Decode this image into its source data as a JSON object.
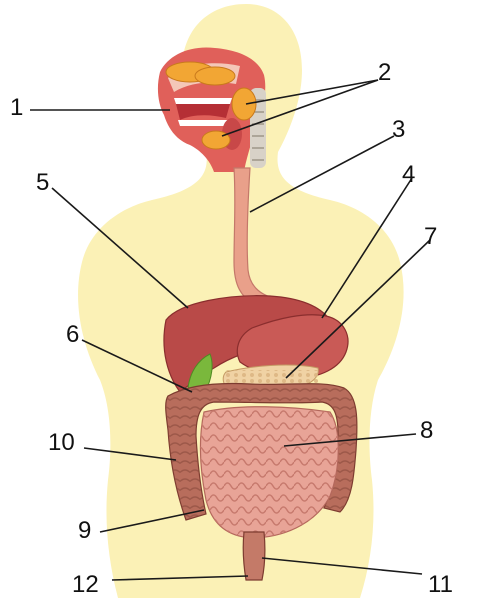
{
  "colors": {
    "body_silhouette": "#fbf1b6",
    "head_tissue": "#e0605a",
    "salivary_glands": "#f2a634",
    "esophagus": "#e9a08a",
    "liver": "#b94a48",
    "stomach": "#c95a56",
    "gallbladder": "#7ab83c",
    "pancreas": "#f0d2a4",
    "large_intestine": "#b86d5c",
    "small_intestine": "#e8a497",
    "leader_line": "#1a1a1a",
    "label_text": "#111111"
  },
  "labels": [
    {
      "id": "1",
      "text": "1"
    },
    {
      "id": "2",
      "text": "2"
    },
    {
      "id": "3",
      "text": "3"
    },
    {
      "id": "4",
      "text": "4"
    },
    {
      "id": "5",
      "text": "5"
    },
    {
      "id": "6",
      "text": "6"
    },
    {
      "id": "7",
      "text": "7"
    },
    {
      "id": "8",
      "text": "8"
    },
    {
      "id": "9",
      "text": "9"
    },
    {
      "id": "10",
      "text": "10"
    },
    {
      "id": "11",
      "text": "11"
    },
    {
      "id": "12",
      "text": "12"
    }
  ]
}
